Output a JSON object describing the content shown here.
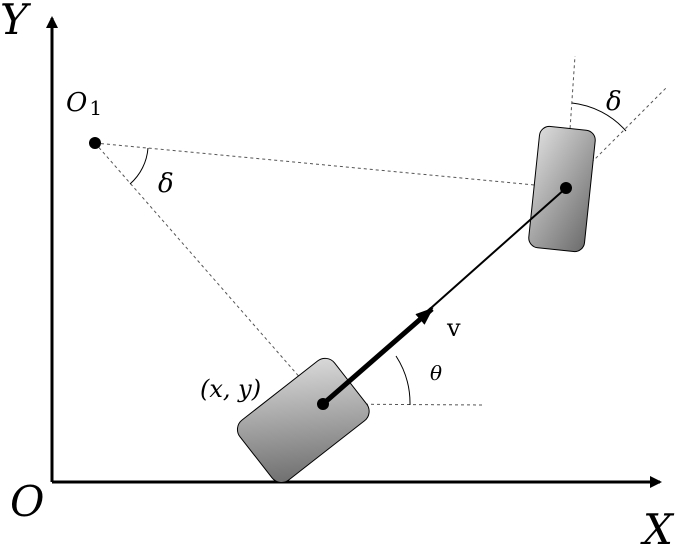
{
  "diagram": {
    "axes": {
      "y_label": "Y",
      "x_label": "X",
      "origin_label": "O"
    },
    "points": {
      "center_label": "O",
      "center_subscript": "1",
      "rear_axle_label": "(x, y)"
    },
    "angles": {
      "steering_angle_top": "δ",
      "steering_angle_center": "δ",
      "heading_angle": "θ"
    },
    "velocity_label": "v",
    "colors": {
      "line": "#000000",
      "dashed_line": "#555555",
      "wheel_gradient_light": "#d9d9d9",
      "wheel_gradient_dark": "#6f6f6f"
    }
  }
}
